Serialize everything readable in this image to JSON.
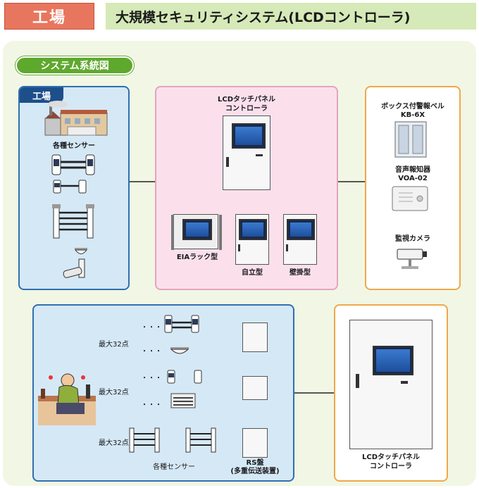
{
  "header": {
    "tag": "工場",
    "title": "大規模セキュリティシステム(LCDコントローラ)"
  },
  "section": {
    "pill": "システム系統図"
  },
  "factory_box": {
    "title": "工場",
    "sensors_label": "各種センサー"
  },
  "lcd_box": {
    "title_line1": "LCDタッチパネル",
    "title_line2": "コントローラ",
    "variants": [
      {
        "label": "EIAラック型"
      },
      {
        "label": "自立型"
      },
      {
        "label": "壁掛型"
      }
    ]
  },
  "right_box": {
    "bell_line1": "ボックス付警報ベル",
    "bell_line2": "KB-6X",
    "voice_line1": "音声報知器",
    "voice_line2": "VOA-02",
    "camera": "監視カメラ"
  },
  "bottom_box": {
    "max_points_1": "最大32点",
    "max_points_2": "最大32点",
    "max_points_3": "最大32点",
    "dots": "・・・",
    "sensors_label": "各種センサー",
    "rs_line1": "RS盤",
    "rs_line2": "(多重伝送装置)"
  },
  "bottom_right_box": {
    "title_line1": "LCDタッチパネル",
    "title_line2": "コントローラ"
  },
  "colors": {
    "header_tag": "#e8765e",
    "header_bar": "#d6e9b8",
    "pill": "#5fa82e",
    "factory_border": "#2f6fb2",
    "lcd_box_bg": "#fbe0ec",
    "orange_border": "#f0a84a"
  }
}
